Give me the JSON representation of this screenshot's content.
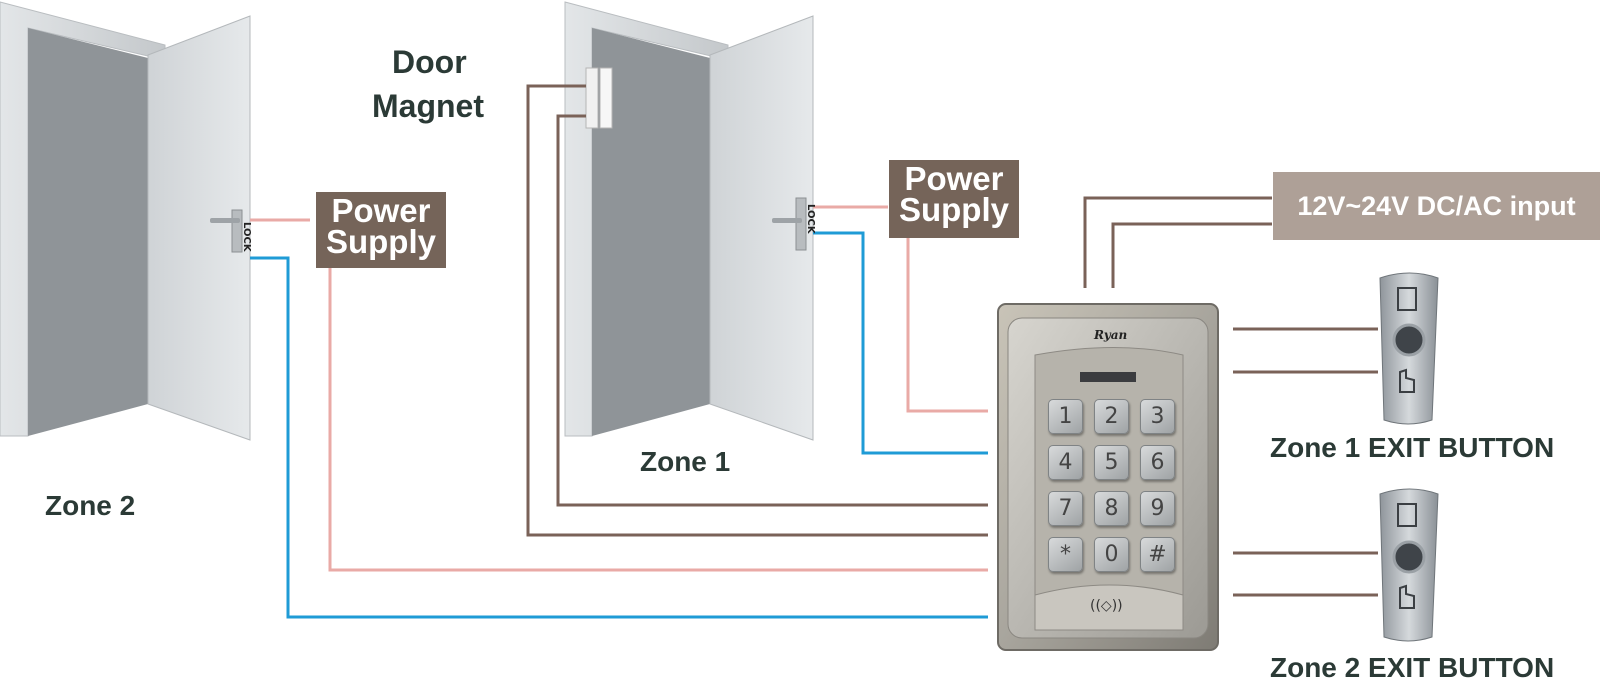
{
  "labels": {
    "door_magnet_line1": "Door",
    "door_magnet_line2": "Magnet",
    "zone1": "Zone 1",
    "zone2": "Zone 2",
    "zone1_exit": "Zone 1  EXIT BUTTON",
    "zone2_exit": "Zone 2  EXIT BUTTON"
  },
  "power_supply_left": {
    "line1": "Power",
    "line2": "Supply"
  },
  "power_supply_right": {
    "line1": "Power",
    "line2": "Supply"
  },
  "input_box": "12V~24V DC/AC input",
  "lock_label": "LOCK",
  "keypad": {
    "brand": "Ryan",
    "keys": [
      "1",
      "2",
      "3",
      "4",
      "5",
      "6",
      "7",
      "8",
      "9",
      "*",
      "0",
      "#"
    ],
    "rfid_symbol": "((◇))"
  },
  "colors": {
    "power_box": "#756459",
    "input_box": "#aea097",
    "wire_brown": "#7a6258",
    "wire_pink": "#e9aaa6",
    "wire_blue": "#1f9bd6",
    "label_text": "#2b3a36"
  }
}
